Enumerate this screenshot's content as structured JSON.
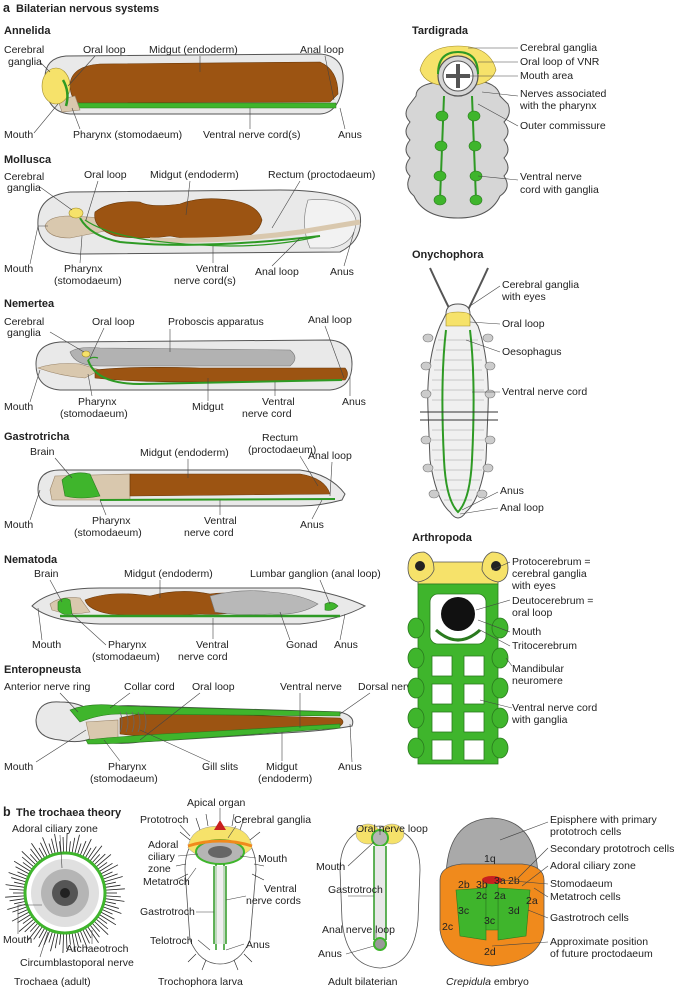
{
  "panel_a": {
    "letter": "a",
    "title": "Bilaterian nervous systems",
    "annelida": {
      "name": "Annelida",
      "cerebral_ganglia_1": "Cerebral",
      "cerebral_ganglia_2": "ganglia",
      "oral_loop": "Oral loop",
      "midgut": "Midgut (endoderm)",
      "anal_loop": "Anal loop",
      "mouth": "Mouth",
      "pharynx": "Pharynx (stomodaeum)",
      "vnc": "Ventral nerve cord(s)",
      "anus": "Anus"
    },
    "mollusca": {
      "name": "Mollusca",
      "cerebral_ganglia_1": "Cerebral",
      "cerebral_ganglia_2": "ganglia",
      "oral_loop": "Oral loop",
      "midgut": "Midgut (endoderm)",
      "rectum": "Rectum (proctodaeum)",
      "mouth": "Mouth",
      "pharynx_1": "Pharynx",
      "pharynx_2": "(stomodaeum)",
      "vnc_1": "Ventral",
      "vnc_2": "nerve cord(s)",
      "anal_loop": "Anal loop",
      "anus": "Anus"
    },
    "nemertea": {
      "name": "Nemertea",
      "cerebral_ganglia_1": "Cerebral",
      "cerebral_ganglia_2": "ganglia",
      "oral_loop": "Oral loop",
      "proboscis": "Proboscis apparatus",
      "anal_loop": "Anal loop",
      "mouth": "Mouth",
      "pharynx_1": "Pharynx",
      "pharynx_2": "(stomodaeum)",
      "midgut": "Midgut",
      "vnc_1": "Ventral",
      "vnc_2": "nerve cord",
      "anus": "Anus"
    },
    "gastrotricha": {
      "name": "Gastrotricha",
      "brain": "Brain",
      "midgut": "Midgut (endoderm)",
      "rectum_1": "Rectum",
      "rectum_2": "(proctodaeum)",
      "anal_loop": "Anal loop",
      "mouth": "Mouth",
      "pharynx_1": "Pharynx",
      "pharynx_2": "(stomodaeum)",
      "vnc_1": "Ventral",
      "vnc_2": "nerve cord",
      "anus": "Anus"
    },
    "nematoda": {
      "name": "Nematoda",
      "brain": "Brain",
      "midgut": "Midgut (endoderm)",
      "lumbar": "Lumbar ganglion (anal loop)",
      "mouth": "Mouth",
      "pharynx_1": "Pharynx",
      "pharynx_2": "(stomodaeum)",
      "vnc_1": "Ventral",
      "vnc_2": "nerve cord",
      "gonad": "Gonad",
      "anus": "Anus"
    },
    "enteropneusta": {
      "name": "Enteropneusta",
      "anterior_ring": "Anterior nerve ring",
      "collar_cord": "Collar cord",
      "oral_loop": "Oral loop",
      "ventral_nerve": "Ventral nerve",
      "dorsal_nerve": "Dorsal nerve",
      "mouth": "Mouth",
      "pharynx_1": "Pharynx",
      "pharynx_2": "(stomodaeum)",
      "gill_slits": "Gill slits",
      "midgut_1": "Midgut",
      "midgut_2": "(endoderm)",
      "anus": "Anus"
    },
    "tardigrada": {
      "name": "Tardigrada",
      "cerebral_ganglia": "Cerebral ganglia",
      "oral_loop_vnr": "Oral loop of VNR",
      "mouth_area": "Mouth area",
      "nerves_1": "Nerves associated",
      "nerves_2": "with the pharynx",
      "outer_commissure": "Outer commissure",
      "vnc_1": "Ventral nerve",
      "vnc_2": "cord with ganglia"
    },
    "onychophora": {
      "name": "Onychophora",
      "cerebral_1": "Cerebral ganglia",
      "cerebral_2": "with eyes",
      "oral_loop": "Oral loop",
      "oesophagus": "Oesophagus",
      "vnc": "Ventral nerve cord",
      "anus": "Anus",
      "anal_loop": "Anal loop"
    },
    "arthropoda": {
      "name": "Arthropoda",
      "proto_1": "Protocerebrum =",
      "proto_2": "cerebral ganglia",
      "proto_3": "with eyes",
      "deuto_1": "Deutocerebrum =",
      "deuto_2": "oral loop",
      "mouth": "Mouth",
      "trito": "Tritocerebrum",
      "mandibular_1": "Mandibular",
      "mandibular_2": "neuromere",
      "vnc_1": "Ventral nerve cord",
      "vnc_2": "with ganglia"
    }
  },
  "panel_b": {
    "letter": "b",
    "title": "The trochaea theory",
    "trochaea": {
      "adoral": "Adoral ciliary zone",
      "mouth": "Mouth",
      "archaeotroch": "Archaeotroch",
      "circumblastoporal": "Circumblastoporal nerve",
      "caption": "Trochaea (adult)"
    },
    "trochophora": {
      "apical": "Apical organ",
      "prototroch": "Prototroch",
      "cerebral": "Cerebral ganglia",
      "adoral_1": "Adoral",
      "adoral_2": "ciliary",
      "adoral_3": "zone",
      "mouth": "Mouth",
      "metatroch": "Metatroch",
      "gastrotroch": "Gastrotroch",
      "ventral_1": "Ventral",
      "ventral_2": "nerve cords",
      "telotroch": "Telotroch",
      "anus": "Anus",
      "caption": "Trochophora larva"
    },
    "adult": {
      "oral_loop": "Oral nerve loop",
      "mouth": "Mouth",
      "gastrotroch": "Gastrotroch",
      "anal_loop": "Anal nerve loop",
      "anus": "Anus",
      "caption": "Adult bilaterian"
    },
    "crepidula": {
      "episphere_1": "Episphere with primary",
      "episphere_2": "prototroch cells",
      "secondary": "Secondary prototroch cells",
      "adoral": "Adoral ciliary zone",
      "stomodaeum": "Stomodaeum",
      "metatroch": "Metatroch cells",
      "gastrotroch": "Gastrotroch cells",
      "approx_1": "Approximate position",
      "approx_2": "of future proctodaeum",
      "caption_it": "Crepidula",
      "caption_rest": " embryo",
      "cells": {
        "c1q": "1q",
        "c2b_l": "2b",
        "c3b": "3b",
        "c3a": "3a",
        "c2b_r": "2b",
        "c2c_top": "2c",
        "c2a_top": "2a",
        "c2a": "2a",
        "c3c": "3c",
        "c3d": "3d",
        "c3c2": "3c",
        "c2c": "2c",
        "c2d": "2d"
      }
    }
  },
  "colors": {
    "gut": "#9c5412",
    "nerve": "#3fb52c",
    "brain": "#f6e26a",
    "pharynx": "#d9c8ae",
    "body": "#e9e9e9",
    "stomodaeum": "#c8201e",
    "prototroch": "#f08a1c"
  }
}
